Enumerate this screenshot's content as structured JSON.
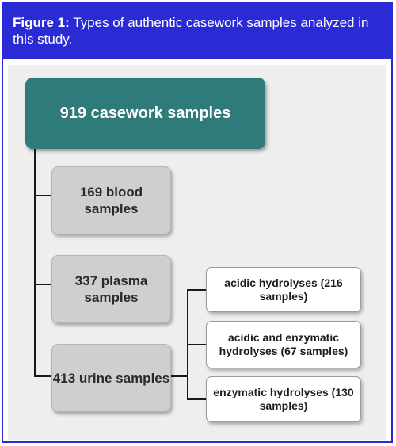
{
  "caption": {
    "label": "Figure 1:",
    "text": " Types of authentic casework samples analyzed in this study."
  },
  "root": {
    "label": "919 casework samples"
  },
  "samples": [
    {
      "label": "169 blood samples"
    },
    {
      "label": "337 plasma samples"
    },
    {
      "label": "413 urine samples"
    }
  ],
  "hydrolyses": [
    {
      "label": "acidic hydrolyses (216 samples)"
    },
    {
      "label": "acidic and enzymatic hydrolyses (67 samples)"
    },
    {
      "label": "enzymatic hydrolyses (130 samples)"
    }
  ],
  "colors": {
    "caption_band": "#2b2bd6",
    "root_box": "#2e7b79",
    "sample_box": "#cfcfcf",
    "hydrolysis_box": "#ffffff"
  }
}
